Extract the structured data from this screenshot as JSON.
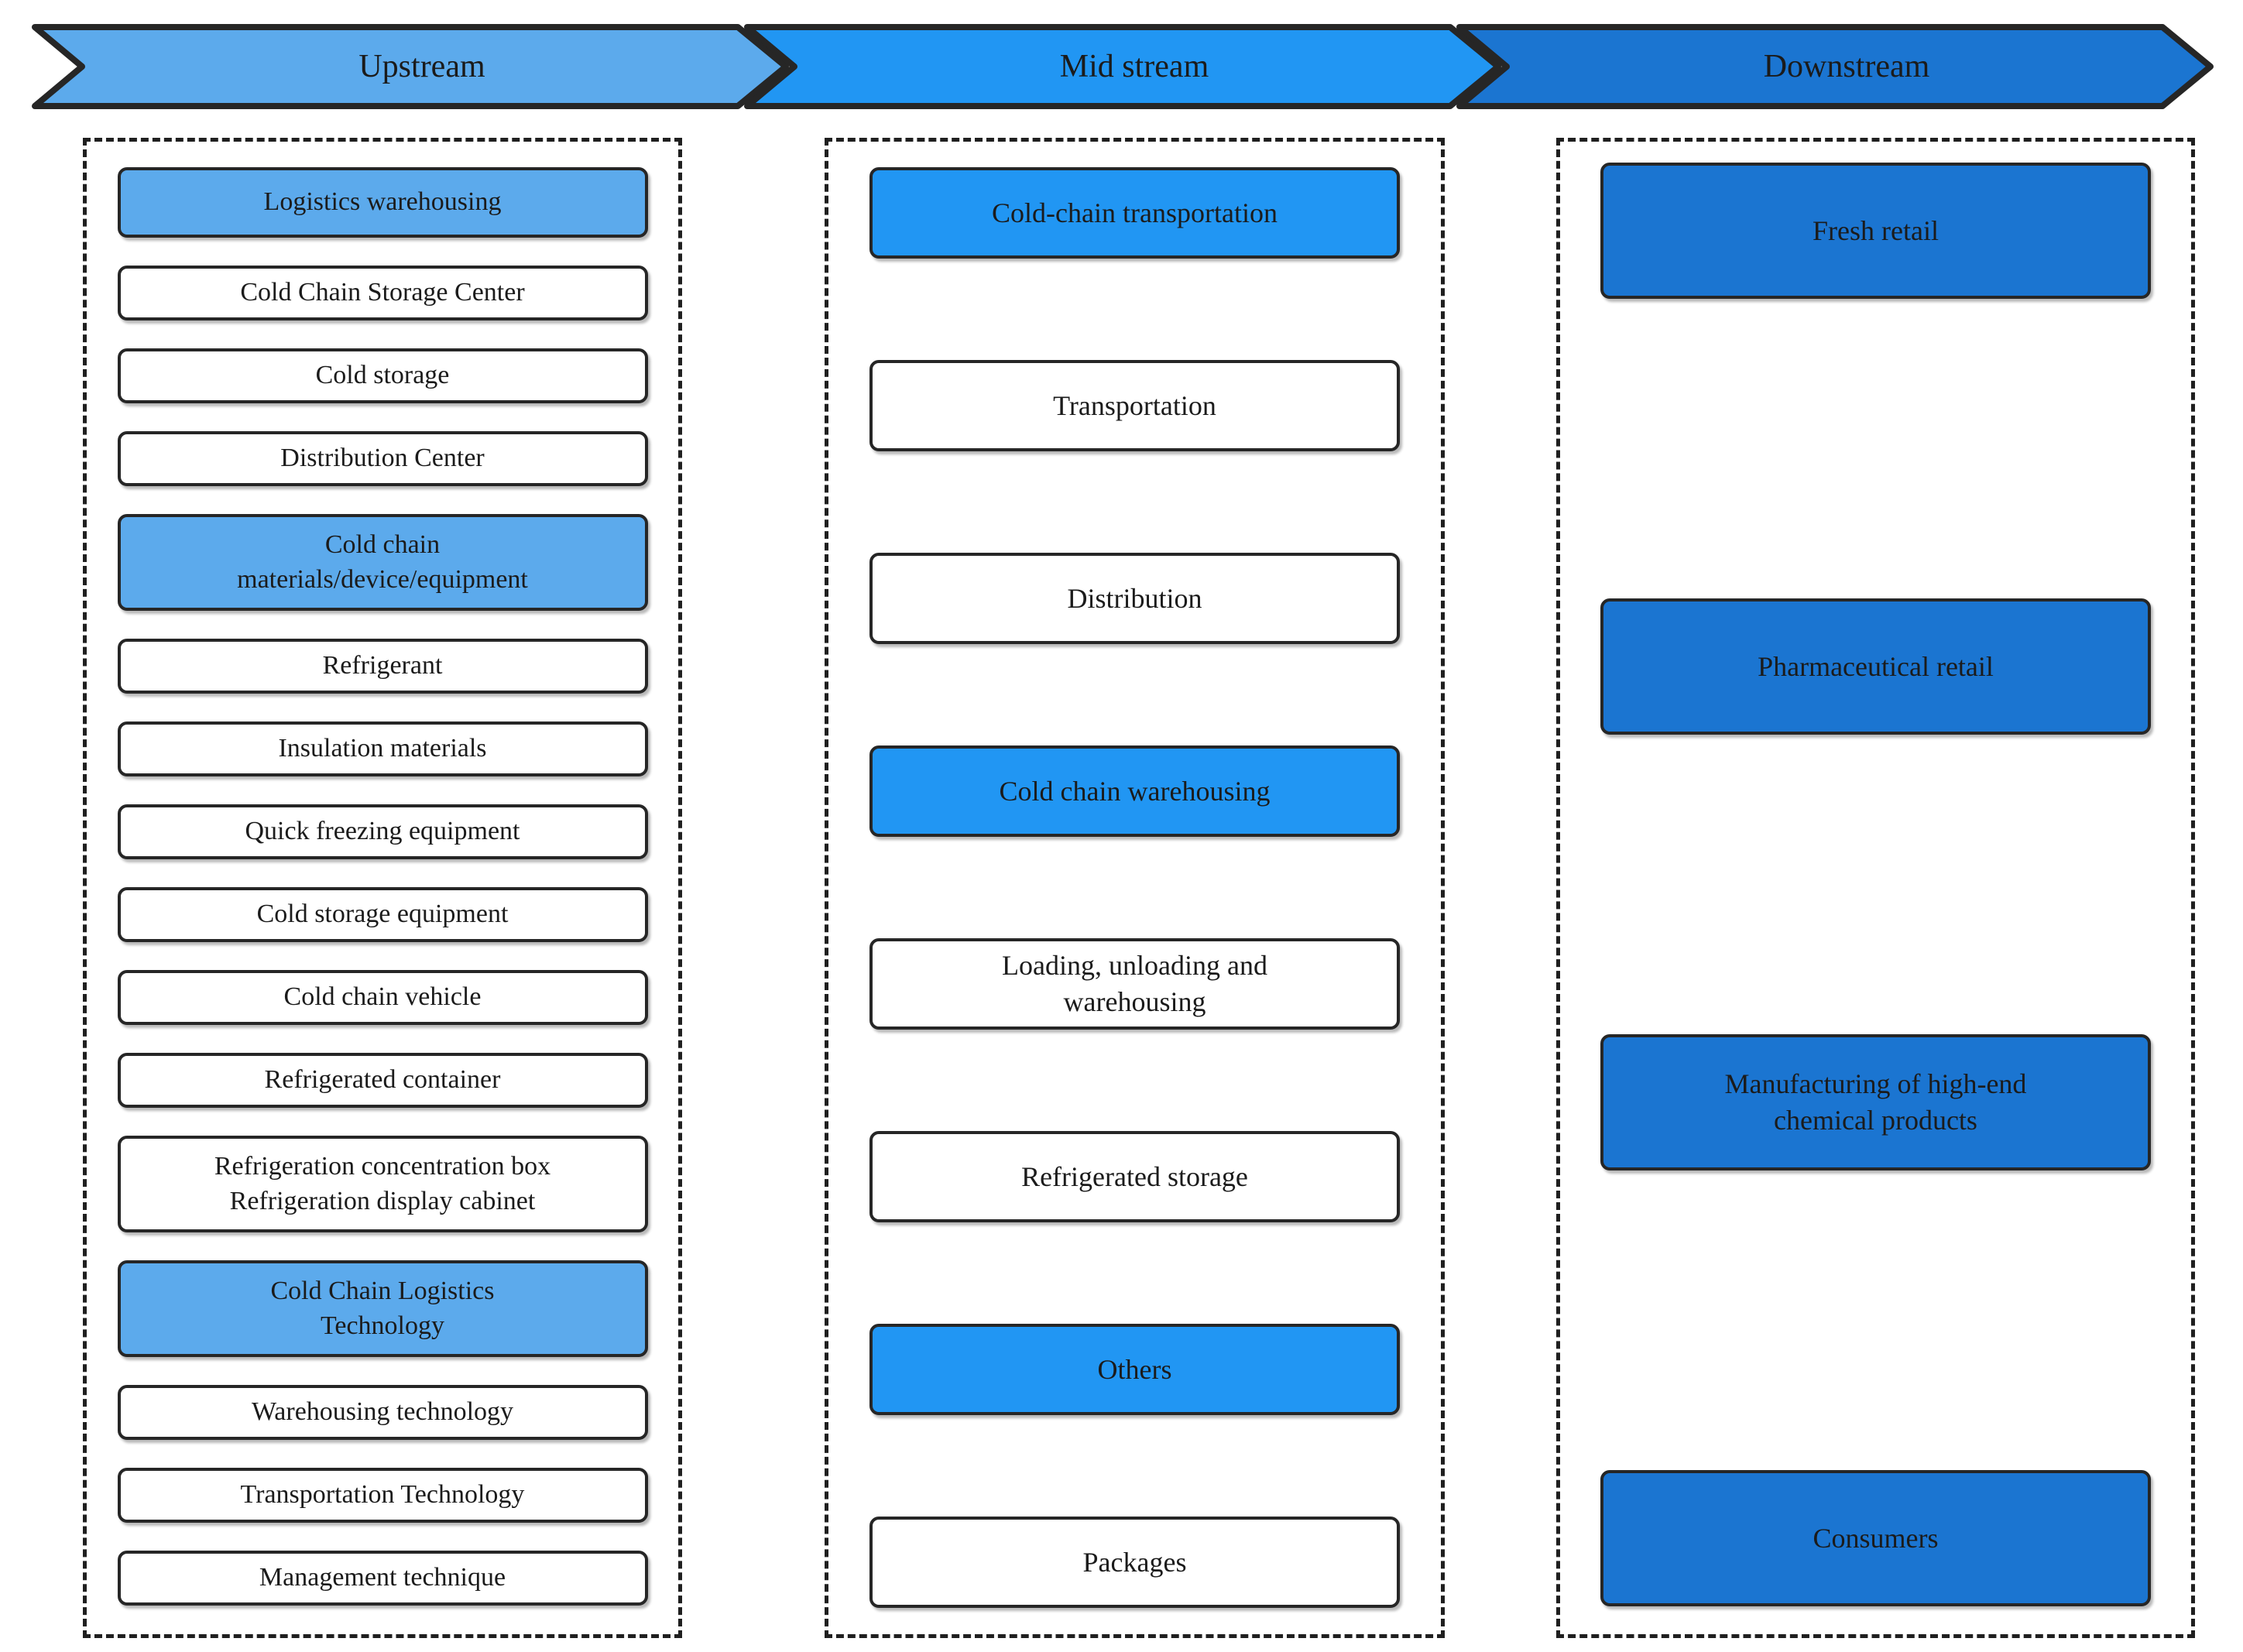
{
  "palette": {
    "blue-light": "#5caaec",
    "blue-mid": "#2196f3",
    "blue-dark": "#1b75d1",
    "ink": "#262626",
    "text": "#1b1b1b"
  },
  "stages": [
    {
      "label": "Upstream",
      "fill": "#5caaec"
    },
    {
      "label": "Mid stream",
      "fill": "#2196f3"
    },
    {
      "label": "Downstream",
      "fill": "#1b75d1"
    }
  ],
  "columns": [
    {
      "name": "upstream",
      "items": [
        {
          "label": "Logistics warehousing",
          "emphasis": true
        },
        {
          "label": "Cold Chain Storage Center",
          "emphasis": false
        },
        {
          "label": "Cold storage",
          "emphasis": false
        },
        {
          "label": "Distribution Center",
          "emphasis": false
        },
        {
          "label": "Cold chain\nmaterials/device/equipment",
          "emphasis": true
        },
        {
          "label": "Refrigerant",
          "emphasis": false
        },
        {
          "label": "Insulation materials",
          "emphasis": false
        },
        {
          "label": "Quick freezing equipment",
          "emphasis": false
        },
        {
          "label": "Cold storage equipment",
          "emphasis": false
        },
        {
          "label": "Cold chain vehicle",
          "emphasis": false
        },
        {
          "label": "Refrigerated container",
          "emphasis": false
        },
        {
          "label": "Refrigeration concentration box\nRefrigeration display cabinet",
          "emphasis": false
        },
        {
          "label": "Cold Chain Logistics\nTechnology",
          "emphasis": true
        },
        {
          "label": "Warehousing technology",
          "emphasis": false
        },
        {
          "label": "Transportation Technology",
          "emphasis": false
        },
        {
          "label": "Management technique",
          "emphasis": false
        }
      ]
    },
    {
      "name": "mid",
      "items": [
        {
          "label": "Cold-chain transportation",
          "emphasis": true
        },
        {
          "label": "Transportation",
          "emphasis": false
        },
        {
          "label": "Distribution",
          "emphasis": false
        },
        {
          "label": "Cold chain warehousing",
          "emphasis": true
        },
        {
          "label": "Loading, unloading and\nwarehousing",
          "emphasis": false
        },
        {
          "label": "Refrigerated storage",
          "emphasis": false
        },
        {
          "label": "Others",
          "emphasis": true
        },
        {
          "label": "Packages",
          "emphasis": false
        }
      ]
    },
    {
      "name": "down",
      "items": [
        {
          "label": "Fresh retail",
          "emphasis": true
        },
        {
          "label": "Pharmaceutical retail",
          "emphasis": true
        },
        {
          "label": "Manufacturing of high-end\nchemical products",
          "emphasis": true
        },
        {
          "label": "Consumers",
          "emphasis": true
        }
      ]
    }
  ]
}
